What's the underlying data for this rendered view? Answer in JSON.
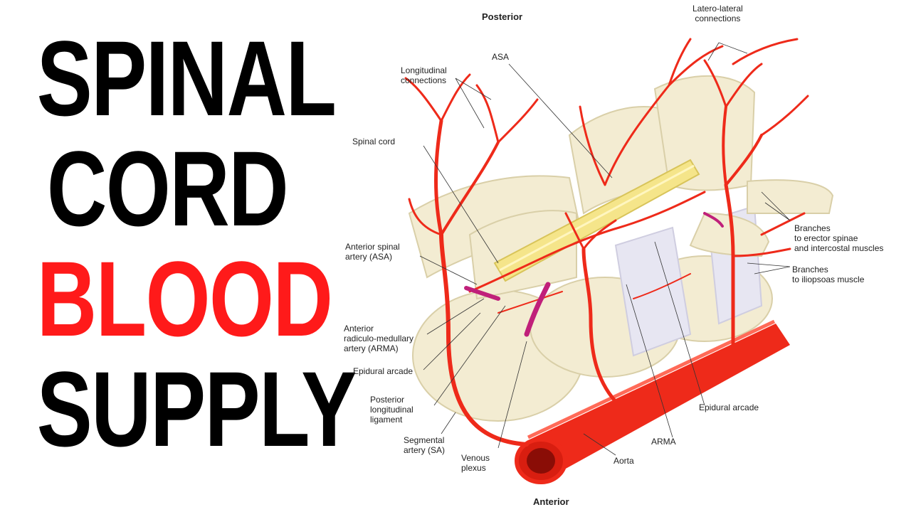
{
  "title": {
    "line1": "SPINAL",
    "line2": "CORD",
    "line3": "BLOOD",
    "line4": "SUPPLY"
  },
  "colors": {
    "title_black": "#000000",
    "title_red": "#ff1a1a",
    "artery_red": "#ee2a1a",
    "bone": "#f3ecd2",
    "spinal_cord": "#f5e58a",
    "venous": "#c0207a"
  },
  "diagram": {
    "orientation": {
      "top": "Posterior",
      "bottom": "Anterior"
    },
    "labels": {
      "latero_lateral": "Latero-lateral\nconnections",
      "asa": "ASA",
      "longitudinal": "Longitudinal\nconnections",
      "spinal_cord": "Spinal cord",
      "anterior_spinal_artery": "Anterior spinal\nartery (ASA)",
      "arma_left": "Anterior\nradiculo-medullary\nartery (ARMA)",
      "epidural_arcade_left": "Epidural arcade",
      "posterior_ligament": "Posterior\nlongitudinal\nligament",
      "segmental_artery": "Segmental\nartery (SA)",
      "venous_plexus": "Venous\nplexus",
      "aorta": "Aorta",
      "arma_bottom": "ARMA",
      "epidural_arcade_right": "Epidural arcade",
      "branches_erector": "Branches\nto erector spinae\nand intercostal muscles",
      "branches_iliopsoas": "Branches\nto iliopsoas muscle"
    }
  }
}
